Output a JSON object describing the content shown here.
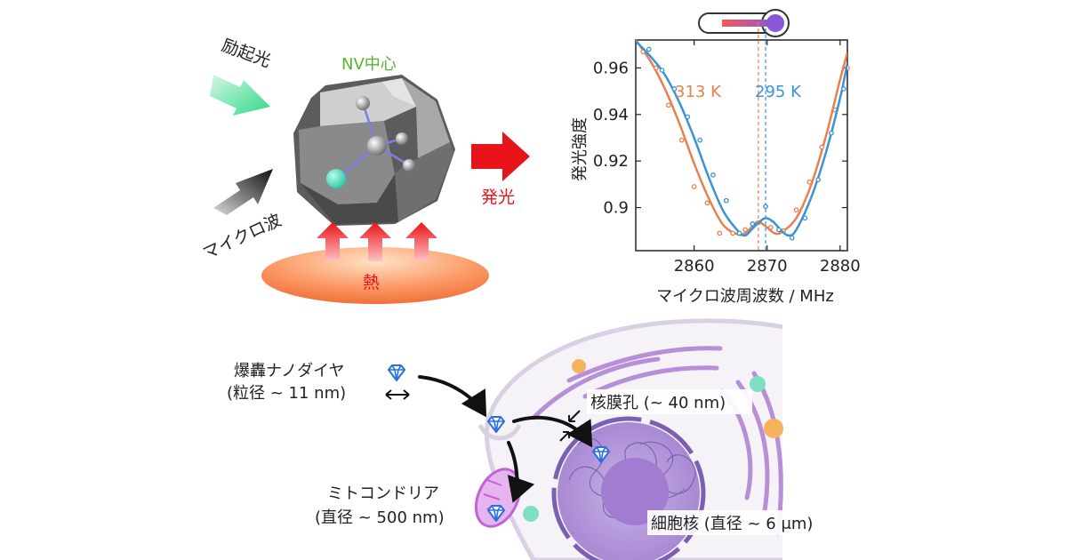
{
  "top_left": {
    "excitation_label": "励起光",
    "nv_center_label": "NV中心",
    "emission_label": "発光",
    "microwave_label": "マイクロ波",
    "heat_label": "熱"
  },
  "legend": {
    "label_313": "313 K",
    "label_295": "295 K"
  },
  "bottom": {
    "nanodiamond_line1": "爆轟ナノダイヤ",
    "nanodiamond_line2": "(粒径 ~ 11 nm)",
    "nuclear_pore_label": "核膜孔 (~ 40 nm)",
    "mito_line1": "ミトコンドリア",
    "mito_line2": "(直径 ~ 500 nm)",
    "nucleus_label": "細胞核 (直径 ~ 6 μm)"
  },
  "colors": {
    "series_313": "#e8804f",
    "series_295": "#3a93d4",
    "emission_red": "#e8141b",
    "nv_green": "#58b430",
    "nucleus_purple": "#b79cd9",
    "diamond_blue": "#2b6fe0"
  },
  "chart_data": {
    "type": "line",
    "title": "",
    "xlabel": "マイクロ波周波数 / MHz",
    "ylabel": "発光強度",
    "xlim": [
      2852,
      2881
    ],
    "ylim": [
      0.8815,
      0.972
    ],
    "xticks": [
      2860,
      2870,
      2880
    ],
    "yticks": [
      0.9,
      0.92,
      0.94,
      0.96
    ],
    "xtick_labels": [
      "2860",
      "2870",
      "2880"
    ],
    "ytick_labels": [
      "0.9",
      "0.92",
      "0.94",
      "0.96"
    ],
    "grid": false,
    "series": [
      {
        "name": "313 K",
        "color": "#e8804f",
        "center_marker_x": 2868.8,
        "x": [
          2852,
          2854,
          2856,
          2858,
          2860,
          2862,
          2864,
          2866,
          2867,
          2868,
          2868.8,
          2869.8,
          2871,
          2872,
          2874,
          2876,
          2878,
          2880,
          2881
        ],
        "y": [
          0.972,
          0.963,
          0.951,
          0.936,
          0.919,
          0.904,
          0.8925,
          0.8885,
          0.889,
          0.892,
          0.894,
          0.892,
          0.889,
          0.8895,
          0.8955,
          0.9095,
          0.93,
          0.955,
          0.9665
        ],
        "points_x": [
          2853,
          2854.8,
          2856.5,
          2858.3,
          2860,
          2861.8,
          2863.5,
          2865.3,
          2867,
          2868.8,
          2870.5,
          2872.2,
          2874,
          2875.8,
          2877.5,
          2879.3,
          2881
        ],
        "points_y": [
          0.967,
          0.96,
          0.944,
          0.929,
          0.909,
          0.902,
          0.889,
          0.889,
          0.8905,
          0.8935,
          0.8915,
          0.89,
          0.899,
          0.911,
          0.926,
          0.942,
          0.96
        ]
      },
      {
        "name": "295 K",
        "color": "#3a93d4",
        "center_marker_x": 2869.8,
        "x": [
          2852,
          2854,
          2856,
          2858,
          2860,
          2862,
          2864,
          2866,
          2867,
          2868,
          2869,
          2869.8,
          2870.8,
          2872,
          2873,
          2874,
          2876,
          2878,
          2880,
          2881
        ],
        "y": [
          0.9715,
          0.965,
          0.957,
          0.945,
          0.93,
          0.913,
          0.8985,
          0.89,
          0.888,
          0.891,
          0.894,
          0.8955,
          0.894,
          0.89,
          0.888,
          0.8905,
          0.904,
          0.923,
          0.947,
          0.962
        ],
        "points_x": [
          2853.8,
          2855.6,
          2857.3,
          2859.1,
          2860.8,
          2862.6,
          2864.4,
          2866.2,
          2868,
          2869.8,
          2871.6,
          2873.4,
          2875.2,
          2877,
          2878.8,
          2880.5
        ],
        "points_y": [
          0.968,
          0.959,
          0.951,
          0.939,
          0.929,
          0.914,
          0.903,
          0.889,
          0.893,
          0.9005,
          0.8905,
          0.887,
          0.8955,
          0.912,
          0.932,
          0.951
        ]
      }
    ]
  }
}
